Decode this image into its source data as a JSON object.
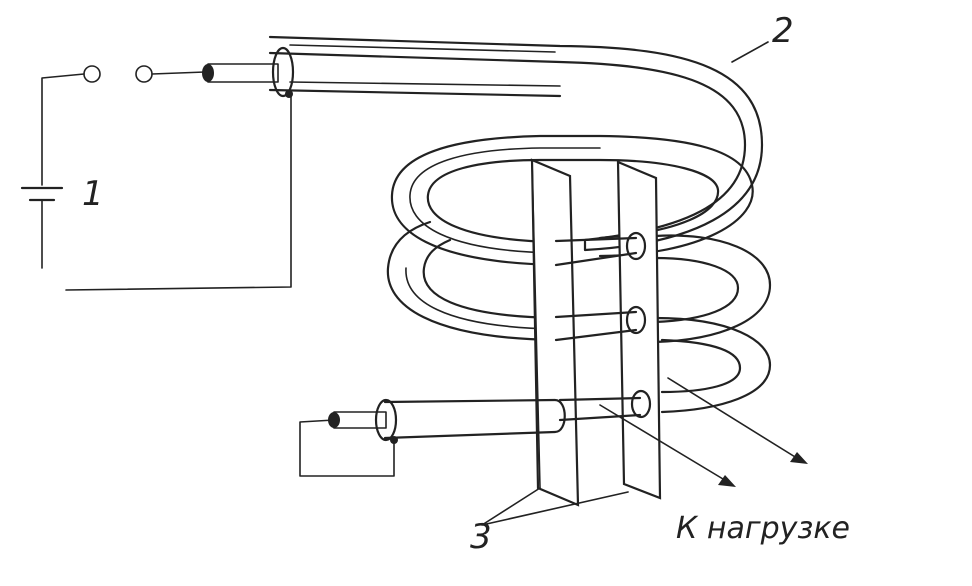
{
  "labels": {
    "battery_number": "1",
    "tube_number": "2",
    "plates_number": "3",
    "to_load": "К нагрузке"
  },
  "colors": {
    "ink": "#222222",
    "background": "#ffffff"
  }
}
